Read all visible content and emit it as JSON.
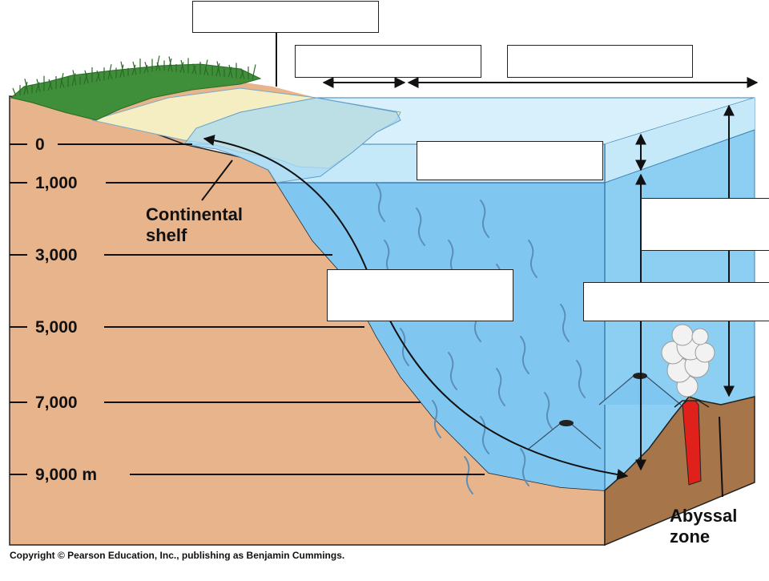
{
  "depth_scale": {
    "labels": [
      "0",
      "1,000",
      "3,000",
      "5,000",
      "7,000",
      "9,000 m"
    ]
  },
  "labels": {
    "continental_shelf_line1": "Continental",
    "continental_shelf_line2": "shelf",
    "abyssal_line1": "Abyssal",
    "abyssal_line2": "zone"
  },
  "copyright": "Copyright © Pearson Education, Inc., publishing as Benjamin Cummings.",
  "colors": {
    "land": "#e8b48c",
    "land_side": "#a6754a",
    "ocean": "#7fc6f0",
    "ocean_light": "#c6e9fa",
    "shelf_sand": "#f4eec2",
    "grass": "#3f8f3a",
    "magma": "#e0201a"
  }
}
